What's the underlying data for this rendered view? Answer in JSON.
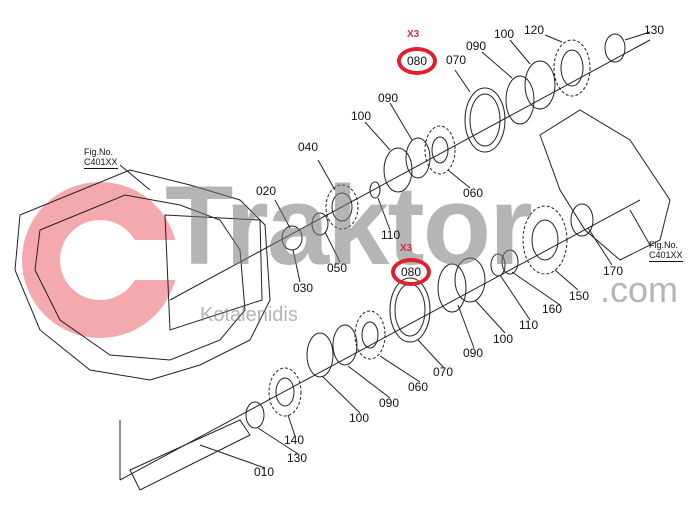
{
  "watermark": {
    "brand": "Traktor",
    "domain": ".com",
    "sub": "Kotalenidis",
    "color": "#e8434f"
  },
  "highlight_color": "#e0202a",
  "figure_refs": [
    {
      "label": "Fig.No.",
      "code": "C401XX"
    },
    {
      "label": "Fig.No.",
      "code": "C401XX"
    }
  ],
  "upper_assembly": {
    "qty_note": "X3",
    "highlighted_part": "080",
    "parts": [
      "070",
      "090",
      "100",
      "120",
      "130",
      "090",
      "100",
      "040",
      "020",
      "030",
      "050",
      "110",
      "060"
    ]
  },
  "lower_assembly": {
    "qty_note": "X3",
    "highlighted_part": "080",
    "parts": [
      "170",
      "150",
      "160",
      "110",
      "100",
      "090",
      "070",
      "060",
      "090",
      "100",
      "140",
      "130",
      "010"
    ]
  }
}
